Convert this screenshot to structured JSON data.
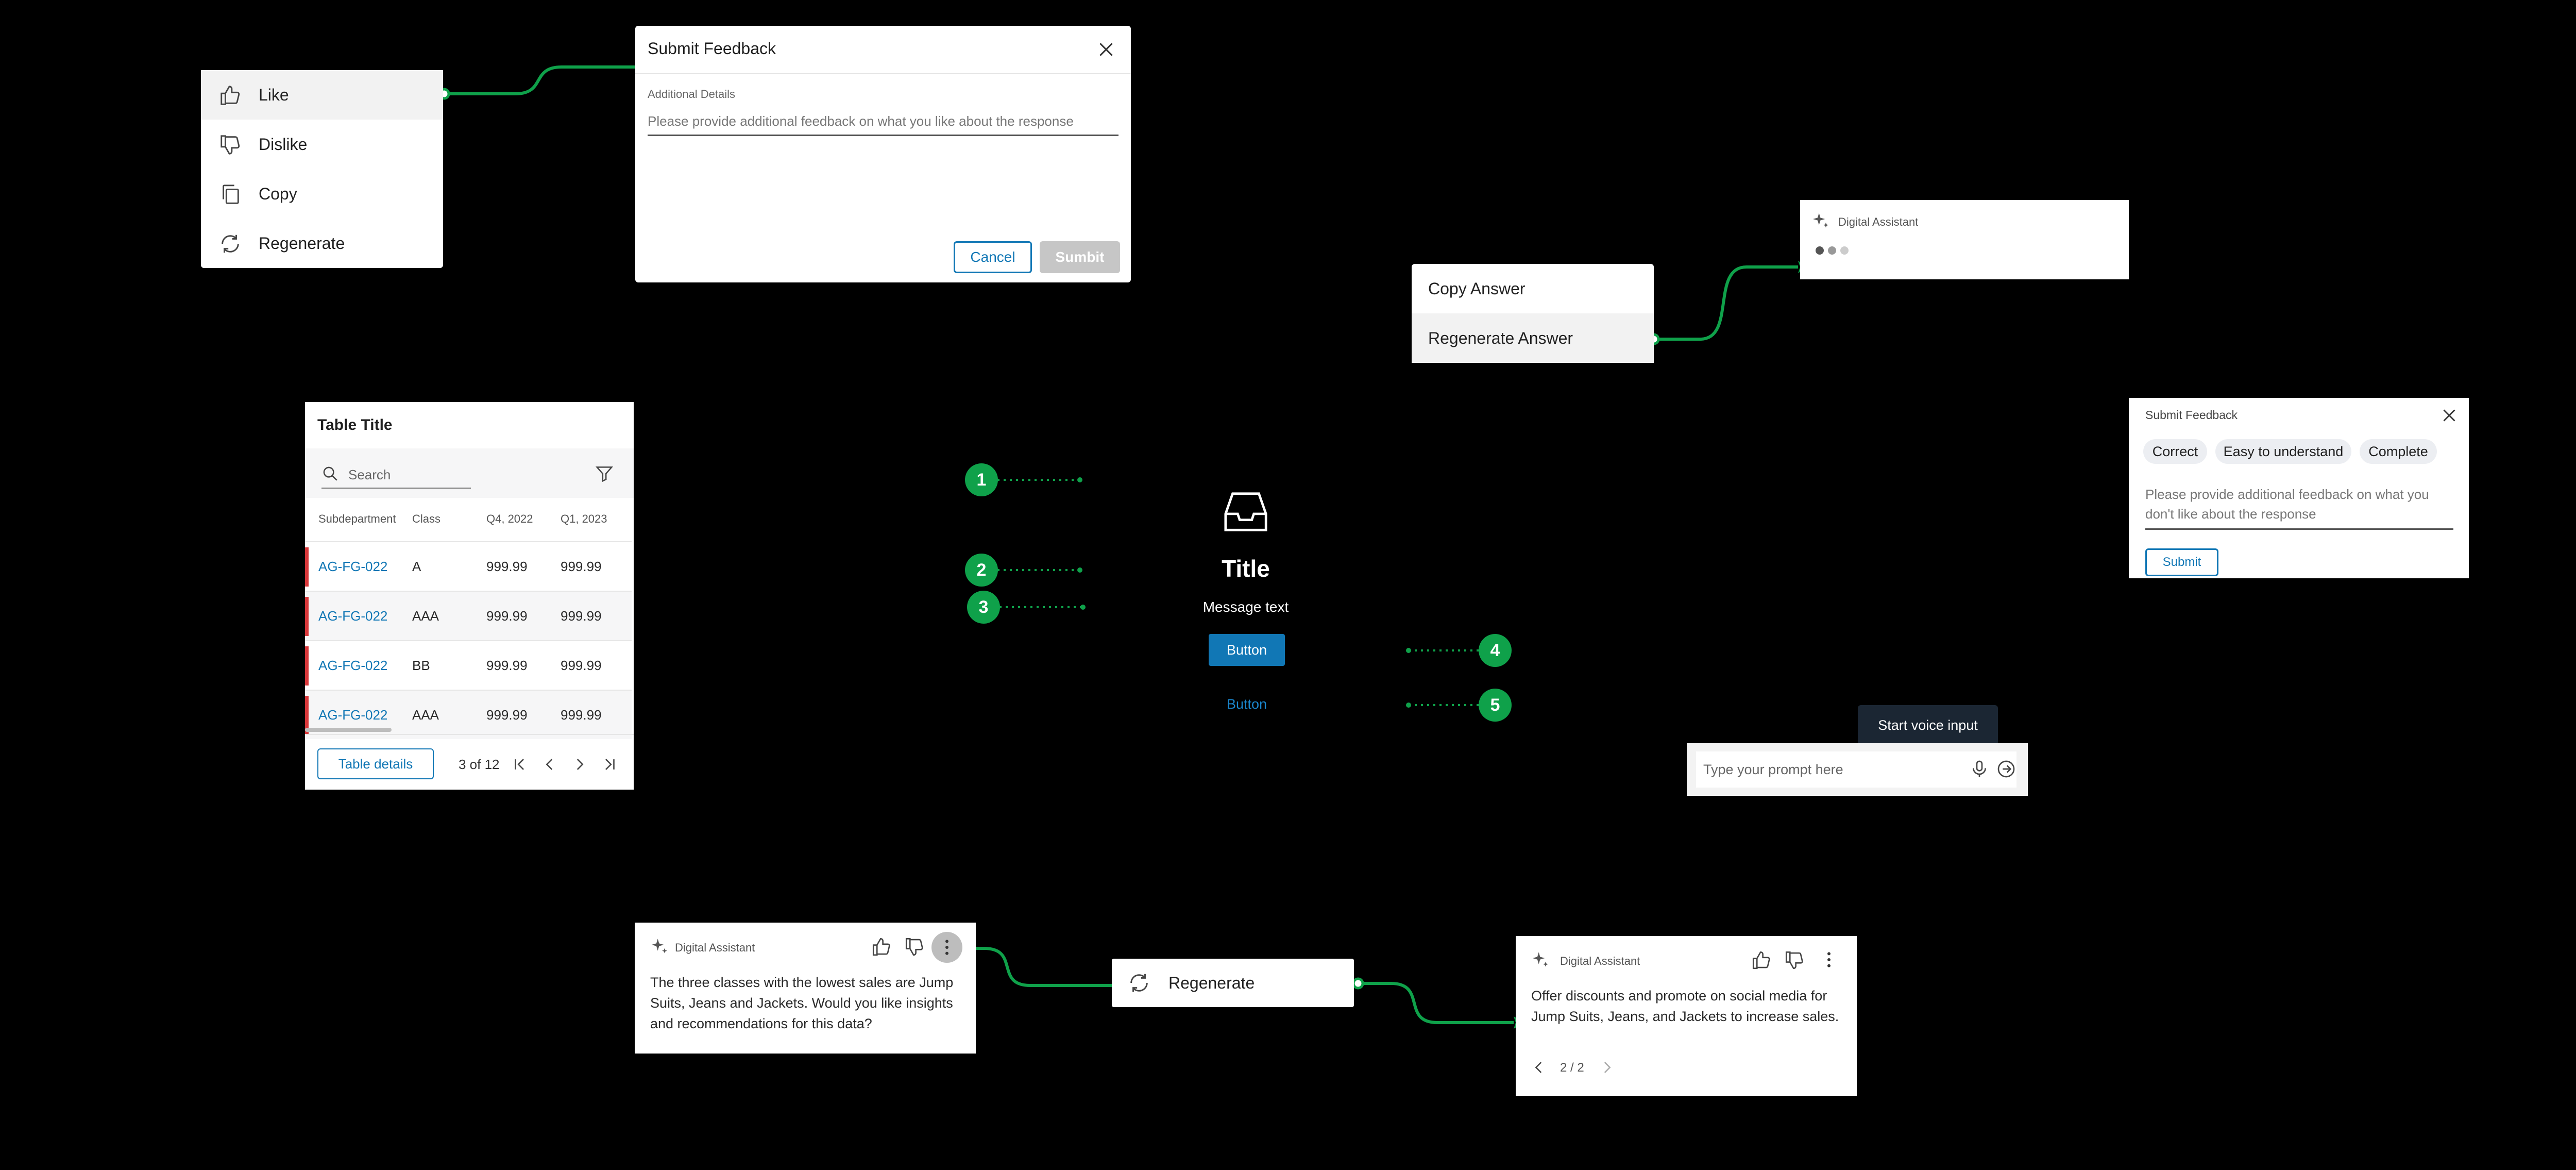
{
  "context_menu": {
    "items": [
      {
        "label": "Like",
        "icon": "thumb-up-icon"
      },
      {
        "label": "Dislike",
        "icon": "thumb-down-icon"
      },
      {
        "label": "Copy",
        "icon": "copy-icon"
      },
      {
        "label": "Regenerate",
        "icon": "refresh-icon"
      }
    ]
  },
  "feedback_dialog": {
    "title": "Submit Feedback",
    "field_label": "Additional Details",
    "placeholder": "Please provide additional feedback on what you like about the response",
    "cancel": "Cancel",
    "submit": "Sumbit"
  },
  "answer_menu": {
    "items": [
      {
        "label": "Copy Answer"
      },
      {
        "label": "Regenerate Answer"
      }
    ]
  },
  "assistant_loading": {
    "name": "Digital Assistant"
  },
  "feedback_chips": {
    "title": "Submit Feedback",
    "chips": [
      "Correct",
      "Easy to understand",
      "Complete"
    ],
    "placeholder": "Please provide additional feedback on what you don't like about the response",
    "submit": "Submit"
  },
  "table": {
    "title": "Table Title",
    "search_placeholder": "Search",
    "columns": [
      "Subdepartment",
      "Class",
      "Q4, 2022",
      "Q1, 2023"
    ],
    "rows": [
      [
        "AG-FG-022",
        "A",
        "999.99",
        "999.99"
      ],
      [
        "AG-FG-022",
        "AAA",
        "999.99",
        "999.99"
      ],
      [
        "AG-FG-022",
        "BB",
        "999.99",
        "999.99"
      ],
      [
        "AG-FG-022",
        "AAA",
        "999.99",
        "999.99"
      ]
    ],
    "details_button": "Table details",
    "pagination": "3 of 12"
  },
  "empty_state": {
    "title": "Title",
    "message": "Message text",
    "primary_button": "Button",
    "link_button": "Button",
    "markers": [
      "1",
      "2",
      "3",
      "4",
      "5"
    ]
  },
  "prompt_bar": {
    "placeholder": "Type your prompt here",
    "tooltip": "Start voice input"
  },
  "message_card": {
    "name": "Digital Assistant",
    "text": "The three classes with the lowest sales are Jump Suits, Jeans and Jackets. Would you like insights and recommendations for this data?"
  },
  "regenerate_menu": {
    "label": "Regenerate"
  },
  "result_card": {
    "name": "Digital Assistant",
    "text": "Offer discounts and promote on social media for Jump Suits, Jeans, and Jackets to increase sales.",
    "pager": "2 / 2"
  },
  "colors": {
    "accent": "#1177b5",
    "connector": "#0fa14a",
    "flag": "#d8373a"
  }
}
